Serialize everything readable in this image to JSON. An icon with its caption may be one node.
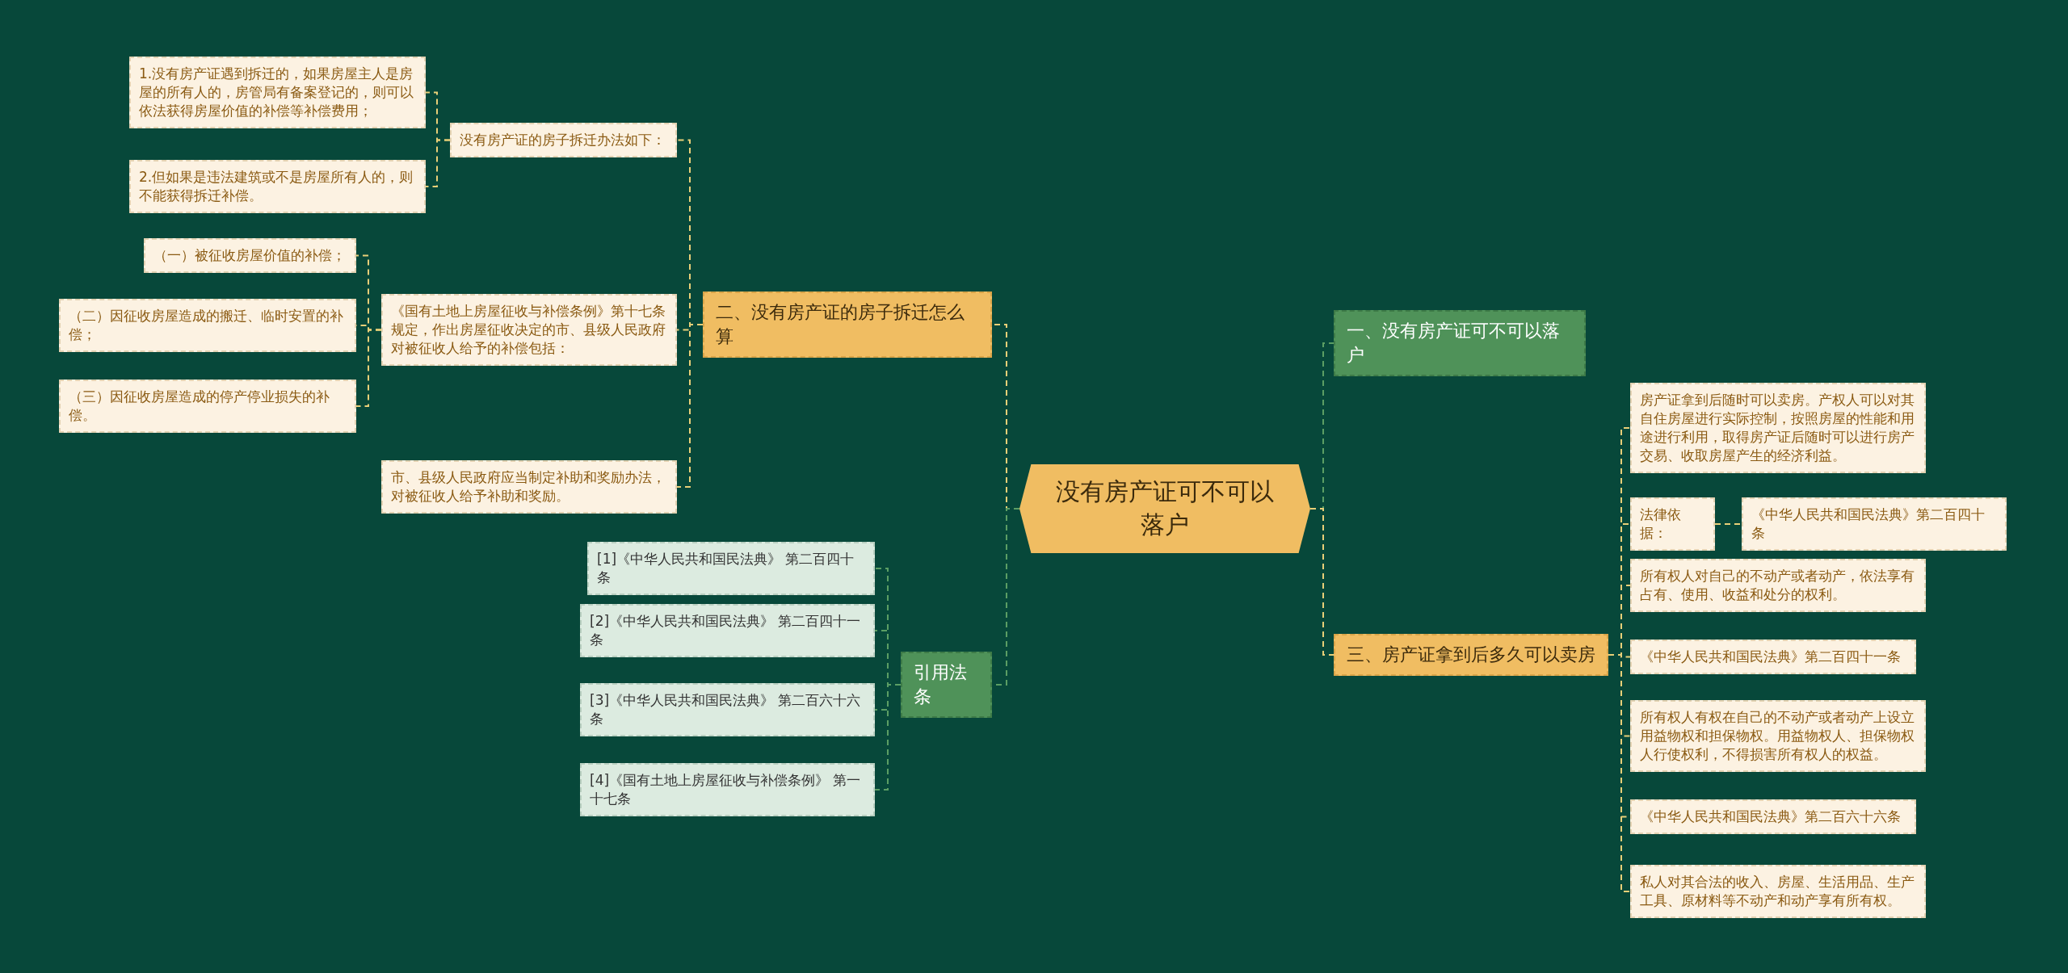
{
  "diagram": {
    "nodes": [
      {
        "text": [
          "没有房产证可不可以落户"
        ]
      },
      {
        "text": [
          "一、没有房产证可不可以落户"
        ]
      },
      {
        "text": [
          "三、房产证拿到后多久可以卖房"
        ]
      },
      {
        "text": [
          "二、没有房产证的房子拆迁怎么算"
        ]
      },
      {
        "text": [
          "引用法条"
        ]
      },
      {
        "text": [
          "没有房产证的房子拆迁办法如下："
        ]
      },
      {
        "text": [
          "1.没有房产证遇到拆迁的，如果房屋主人是房屋的所有人的，房管局有备案登记的，则可以依法获得房屋价值的补偿等补偿费用；"
        ]
      },
      {
        "text": [
          "2.但如果是违法建筑或不是房屋所有人的，则不能获得拆迁补偿。"
        ]
      },
      {
        "text": [
          "《国有土地上房屋征收与补偿条例》第十七条规定，作出房屋征收决定的市、县级人民政府对被征收人给予的补偿包括："
        ]
      },
      {
        "text": [
          "（一）被征收房屋价值的补偿；"
        ]
      },
      {
        "text": [
          "（二）因征收房屋造成的搬迁、临时安置的补偿；"
        ]
      },
      {
        "text": [
          "（三）因征收房屋造成的停产停业损失的补偿。"
        ]
      },
      {
        "text": [
          "市、县级人民政府应当制定补助和奖励办法，对被征收人给予补助和奖励。"
        ]
      },
      {
        "text": [
          "[1]《中华人民共和国民法典》 第二百四十条"
        ]
      },
      {
        "text": [
          "[2]《中华人民共和国民法典》 第二百四十一条"
        ]
      },
      {
        "text": [
          "[3]《中华人民共和国民法典》 第二百六十六条"
        ]
      },
      {
        "text": [
          "[4]《国有土地上房屋征收与补偿条例》 第一十七条"
        ]
      },
      {
        "text": [
          "房产证拿到后随时可以卖房。产权人可以对其自住房屋进行实际控制，按照房屋的性能和用途进行利用，取得房产证后随时可以进行房产交易、收取房屋产生的经济利益。"
        ]
      },
      {
        "text": [
          "法律依据："
        ]
      },
      {
        "text": [
          "《中华人民共和国民法典》第二百四十条"
        ]
      },
      {
        "text": [
          "所有权人对自己的不动产或者动产，依法享有占有、使用、收益和处分的权利。"
        ]
      },
      {
        "text": [
          "《中华人民共和国民法典》第二百四十一条"
        ]
      },
      {
        "text": [
          "所有权人有权在自己的不动产或者动产上设立用益物权和担保物权。用益物权人、担保物权人行使权利，不得损害所有权人的权益。"
        ]
      },
      {
        "text": [
          "《中华人民共和国民法典》第二百六十六条"
        ]
      },
      {
        "text": [
          "私人对其合法的收入、房屋、生活用品、生产工具、原材料等不动产和动产享有所有权。"
        ]
      }
    ],
    "edges": [
      {
        "from": 0,
        "to": 1,
        "arrow": "none",
        "style": "dashed",
        "color": "#5b9e64"
      },
      {
        "from": 0,
        "to": 2,
        "arrow": "none",
        "style": "dashed"
      },
      {
        "from": 0,
        "to": 3,
        "arrow": "none",
        "style": "dashed"
      },
      {
        "from": 0,
        "to": 4,
        "arrow": "none",
        "style": "dashed",
        "color": "#5b9e64"
      },
      {
        "from": 3,
        "to": 5,
        "arrow": "none",
        "style": "dashed"
      },
      {
        "from": 3,
        "to": 8,
        "arrow": "none",
        "style": "dashed"
      },
      {
        "from": 3,
        "to": 12,
        "arrow": "none",
        "style": "dashed"
      },
      {
        "from": 5,
        "to": 6,
        "arrow": "none",
        "style": "dashed"
      },
      {
        "from": 5,
        "to": 7,
        "arrow": "none",
        "style": "dashed"
      },
      {
        "from": 8,
        "to": 9,
        "arrow": "none",
        "style": "dashed"
      },
      {
        "from": 8,
        "to": 10,
        "arrow": "none",
        "style": "dashed"
      },
      {
        "from": 8,
        "to": 11,
        "arrow": "none",
        "style": "dashed"
      },
      {
        "from": 4,
        "to": 13,
        "arrow": "none",
        "style": "dashed",
        "color": "#5b9e64"
      },
      {
        "from": 4,
        "to": 14,
        "arrow": "none",
        "style": "dashed",
        "color": "#5b9e64"
      },
      {
        "from": 4,
        "to": 15,
        "arrow": "none",
        "style": "dashed",
        "color": "#5b9e64"
      },
      {
        "from": 4,
        "to": 16,
        "arrow": "none",
        "style": "dashed",
        "color": "#5b9e64"
      },
      {
        "from": 2,
        "to": 17,
        "arrow": "none",
        "style": "dashed"
      },
      {
        "from": 2,
        "to": 18,
        "arrow": "none",
        "style": "dashed"
      },
      {
        "from": 18,
        "to": 19,
        "arrow": "none",
        "style": "dashed"
      },
      {
        "from": 2,
        "to": 20,
        "arrow": "none",
        "style": "dashed"
      },
      {
        "from": 2,
        "to": 21,
        "arrow": "none",
        "style": "dashed"
      },
      {
        "from": 2,
        "to": 22,
        "arrow": "none",
        "style": "dashed"
      },
      {
        "from": 2,
        "to": 23,
        "arrow": "none",
        "style": "dashed"
      },
      {
        "from": 2,
        "to": 24,
        "arrow": "none",
        "style": "dashed"
      }
    ]
  }
}
